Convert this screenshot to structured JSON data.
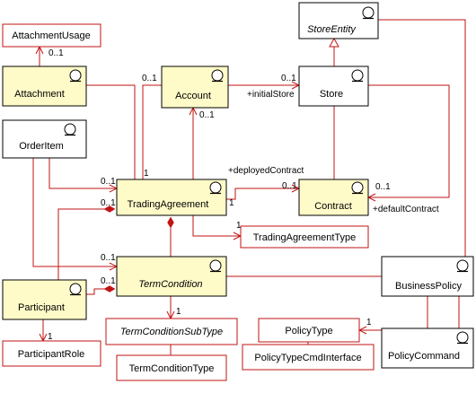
{
  "colors": {
    "edge": "#c21313",
    "highlight_fill": "#fffbc8",
    "border": "#000000"
  },
  "nodes": {
    "attachment_usage": "AttachmentUsage",
    "store_entity": "StoreEntity",
    "attachment": "Attachment",
    "account": "Account",
    "store": "Store",
    "order_item": "OrderItem",
    "trading_agreement": "TradingAgreement",
    "contract": "Contract",
    "trading_agreement_type": "TradingAgreementType",
    "term_condition": "TermCondition",
    "business_policy": "BusinessPolicy",
    "participant": "Participant",
    "term_condition_sub_type": "TermConditionSubType",
    "policy_type": "PolicyType",
    "participant_role": "ParticipantRole",
    "term_condition_type": "TermConditionType",
    "policy_type_cmd_interface": "PolicyTypeCmdInterface",
    "policy_command": "PolicyCommand"
  },
  "edge_labels": {
    "attachment_usage_mult": "0..1",
    "account_left_mult": "0..1",
    "store_left_mult": "0..1",
    "initial_store": "+initialStore",
    "account_down_mult": "0..1",
    "ta_top_mult": "1",
    "deployed_contract": "+deployedContract",
    "orderitem_ta_mult": "0..1",
    "ta_right_mult": "1",
    "contract_left_mult": "0..1",
    "contract_right_mult": "0..1",
    "default_contract": "+defaultContract",
    "participant_ta_mult": "0..1",
    "ta_type_mult": "1",
    "orderitem_tc_mult": "0..1",
    "participant_tc_mult": "0..1",
    "subtype_mult": "1",
    "policy_type_mult": "1",
    "participant_role_mult": "1"
  }
}
